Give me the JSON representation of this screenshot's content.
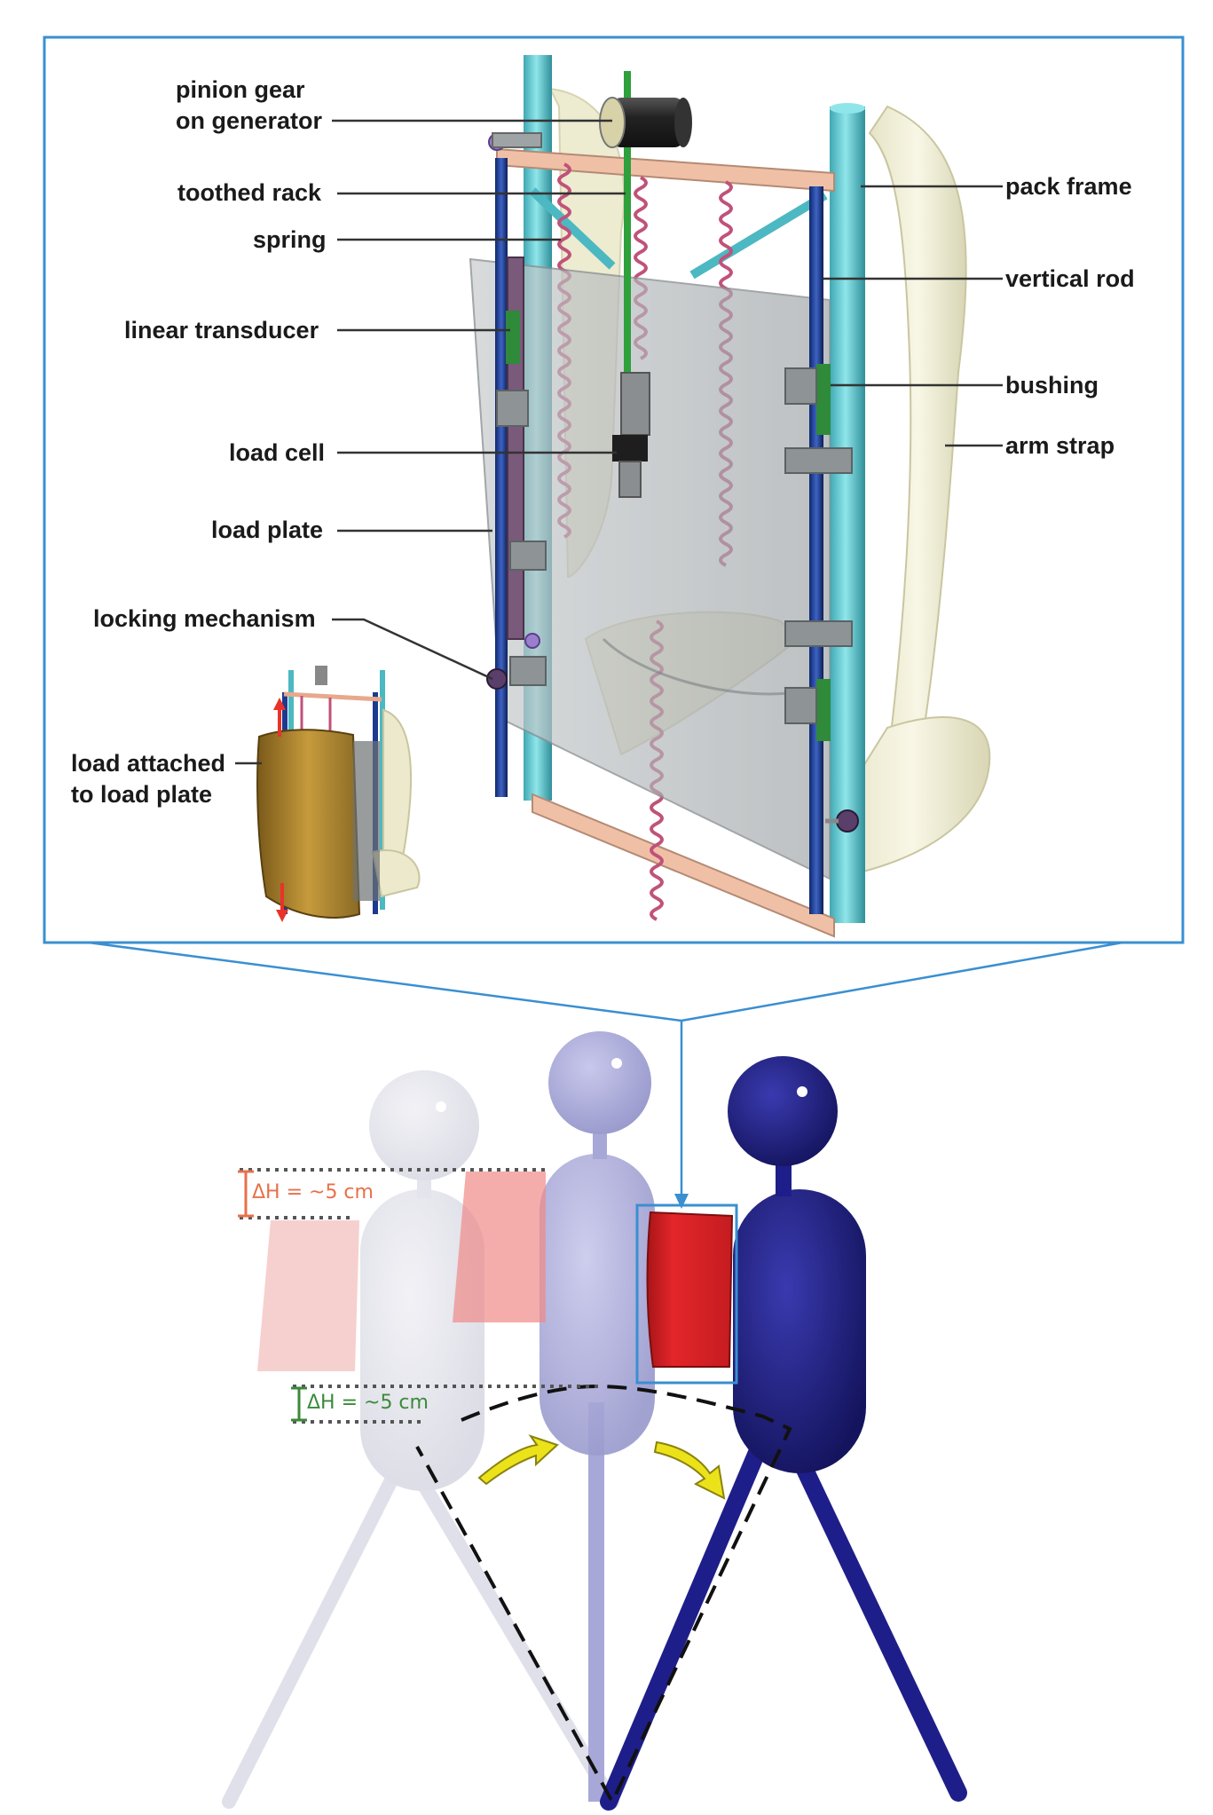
{
  "callouts": {
    "pinion_gear": [
      "pinion gear",
      "on generator"
    ],
    "toothed_rack": "toothed rack",
    "spring": "spring",
    "linear_transducer": "linear transducer",
    "load_cell": "load cell",
    "load_plate": "load plate",
    "locking_mechanism": "locking mechanism",
    "load_attached": [
      "load attached",
      "to load plate"
    ],
    "pack_frame": "pack frame",
    "vertical_rod": "vertical rod",
    "bushing": "bushing",
    "arm_strap": "arm strap"
  },
  "gait": {
    "load_delta": "ΔH = ~5 cm",
    "hip_delta": "ΔH = ~5 cm"
  },
  "colors": {
    "inset_border": "#3a8fd1",
    "frame_cyan": "#5cc8d0",
    "rod_blue": "#1d3a8f",
    "spring_pink": "#c0527a",
    "plate_gray": "#b9bec0",
    "figure_dark": "#1c1c7a",
    "figure_mid": "#a8a8d8",
    "figure_light": "#e4e4ec",
    "load_red": "#d8262a",
    "arrow_yellow": "#ece21a",
    "delta_orange": "#e8704a",
    "delta_green": "#3a8a3a"
  }
}
